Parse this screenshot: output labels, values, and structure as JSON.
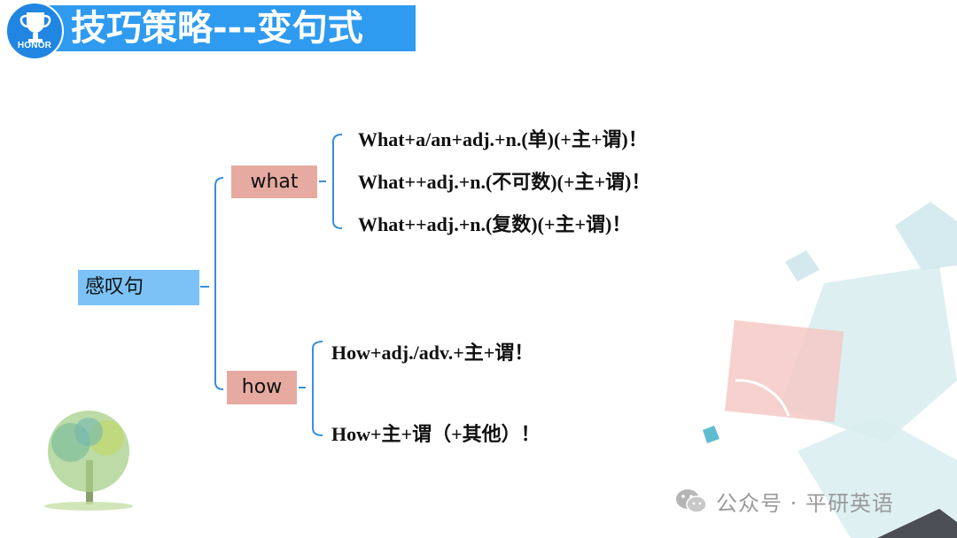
{
  "header": {
    "title": "技巧策略---变句式",
    "badge_text": "HONOR"
  },
  "mindmap": {
    "root": "感叹句",
    "branches": [
      {
        "label": "what",
        "patterns": [
          "What+a/an+adj.+n.(单)(+主+谓)！",
          "What++adj.+n.(不可数)(+主+谓)！",
          "What++adj.+n.(复数)(+主+谓)！"
        ]
      },
      {
        "label": "how",
        "patterns": [
          "How+adj./adv.+主+谓！",
          "How+主+谓（+其他）！"
        ]
      }
    ]
  },
  "footer": {
    "watermark": "公众号 · 平研英语"
  },
  "colors": {
    "header_bg": "#2f9bf0",
    "root_box": "#7cc2f7",
    "branch_box": "#e6aaa1",
    "connector": "#3a8fd8"
  }
}
